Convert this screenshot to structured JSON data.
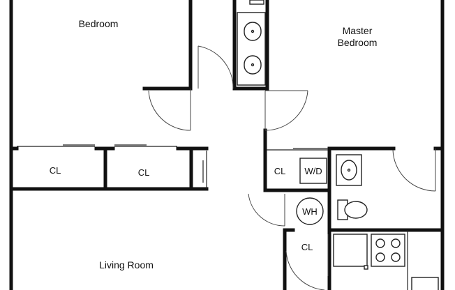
{
  "rooms": {
    "bedroom": "Bedroom",
    "master_line1": "Master",
    "master_line2": "Bedroom",
    "living_room": "Living Room",
    "closet_1": "CL",
    "closet_2": "CL",
    "closet_3": "CL",
    "closet_4": "CL"
  },
  "fixtures": {
    "washer_dryer": "W/D",
    "water_heater": "WH"
  }
}
